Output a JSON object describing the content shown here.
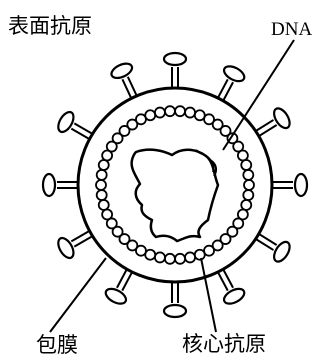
{
  "labels": {
    "surface_antigen": "表面抗原",
    "dna": "DNA",
    "envelope": "包膜",
    "core_antigen": "核心抗原"
  },
  "colors": {
    "ink": "#000000",
    "background": "#ffffff"
  }
}
